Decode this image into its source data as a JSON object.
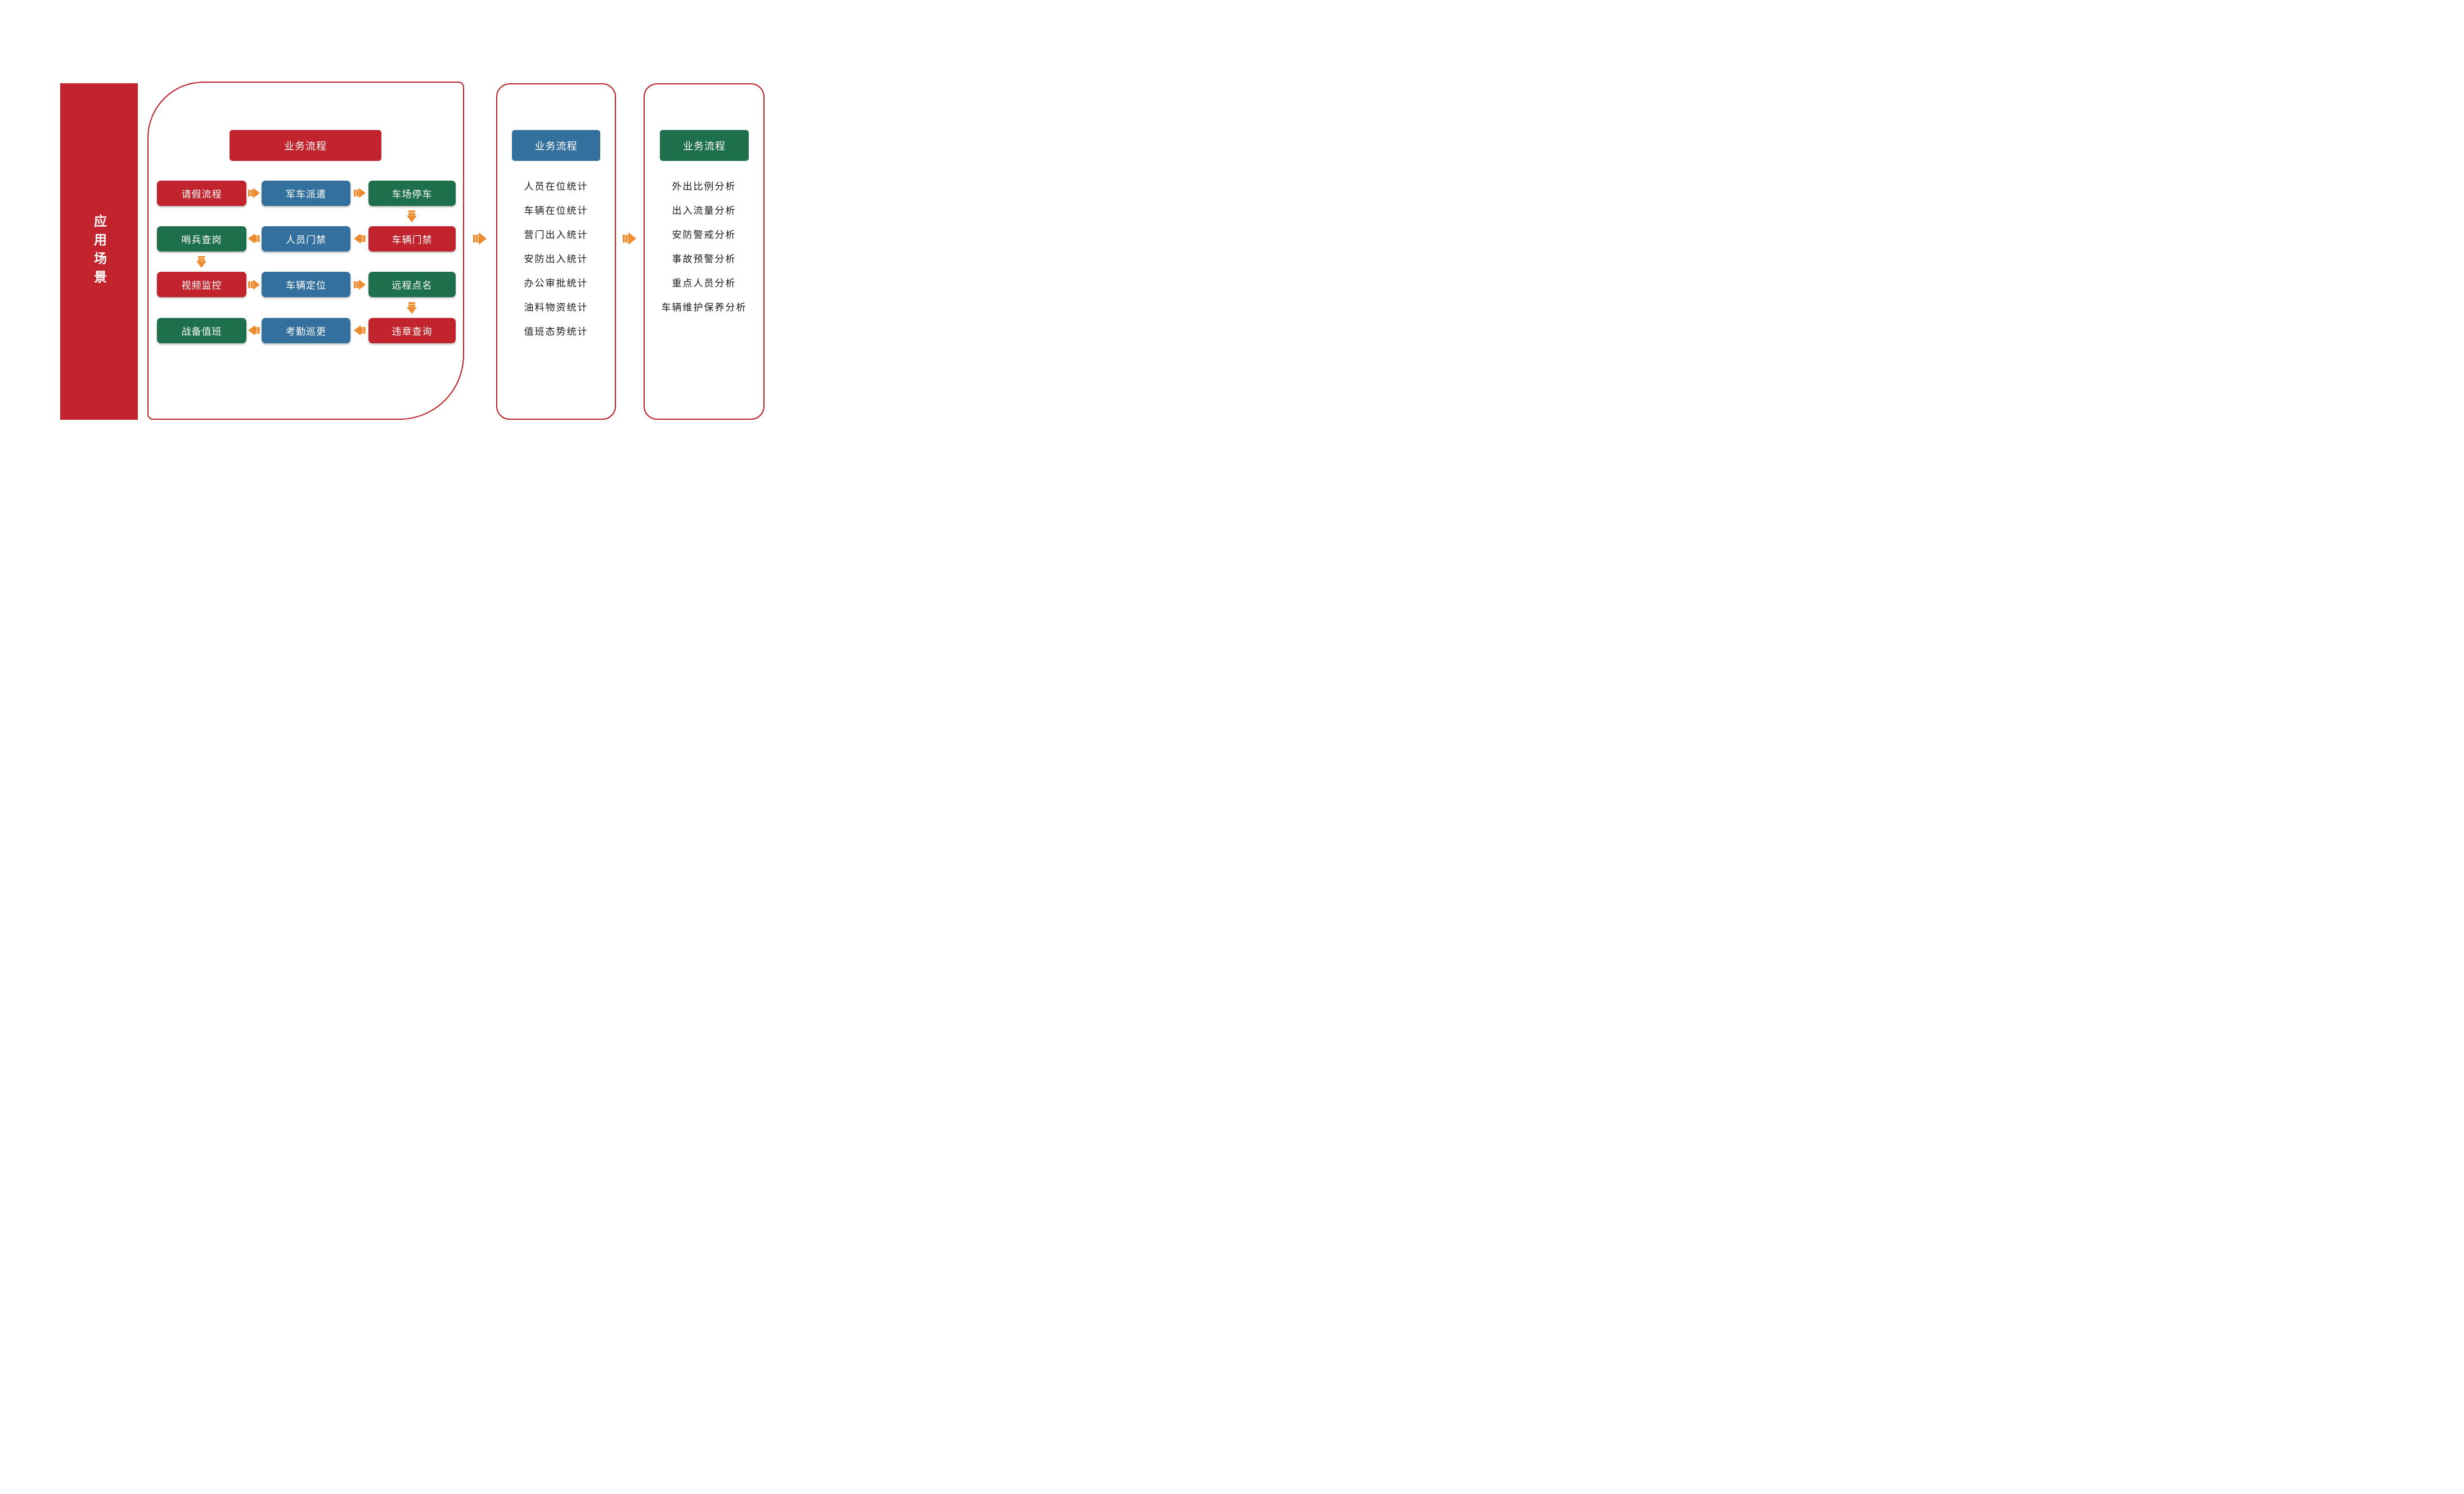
{
  "colors": {
    "box_red": "#C1242D",
    "box_blue": "#34709D",
    "box_green": "#1E6F4B",
    "container_border": "#B92127",
    "arrow_orange": "#ED8B32",
    "arrow_stripe": "#F8C58E",
    "list_text": "#1A1A1A",
    "label_text": "#FFFFFF"
  },
  "left_bar": {
    "label": "应用场景"
  },
  "main_flow": {
    "header": "业务流程",
    "rows": [
      {
        "direction": "right",
        "items": [
          {
            "label": "请假流程",
            "color": "red"
          },
          {
            "label": "军车派遣",
            "color": "blue"
          },
          {
            "label": "车场停车",
            "color": "green"
          }
        ]
      },
      {
        "direction": "left",
        "items": [
          {
            "label": "哨兵查岗",
            "color": "green"
          },
          {
            "label": "人员门禁",
            "color": "blue"
          },
          {
            "label": "车辆门禁",
            "color": "red"
          }
        ]
      },
      {
        "direction": "right",
        "items": [
          {
            "label": "视频监控",
            "color": "red"
          },
          {
            "label": "车辆定位",
            "color": "blue"
          },
          {
            "label": "远程点名",
            "color": "green"
          }
        ]
      },
      {
        "direction": "left",
        "items": [
          {
            "label": "战备值班",
            "color": "green"
          },
          {
            "label": "考勤巡更",
            "color": "blue"
          },
          {
            "label": "违章查询",
            "color": "red"
          }
        ]
      }
    ]
  },
  "stats_panel": {
    "header": "业务流程",
    "items": [
      "人员在位统计",
      "车辆在位统计",
      "营门出入统计",
      "安防出入统计",
      "办公审批统计",
      "油料物资统计",
      "值班态势统计"
    ]
  },
  "analysis_panel": {
    "header": "业务流程",
    "items": [
      "外出比例分析",
      "出入流量分析",
      "安防警戒分析",
      "事故预警分析",
      "重点人员分析",
      "车辆维护保养分析"
    ]
  }
}
